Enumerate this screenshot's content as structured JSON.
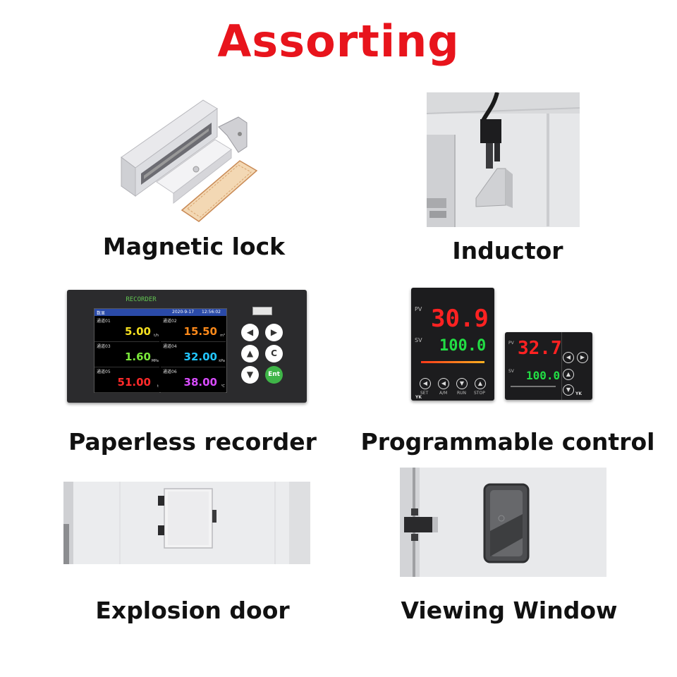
{
  "title": "Assorting",
  "items": [
    {
      "caption": "Magnetic lock"
    },
    {
      "caption": "Inductor"
    },
    {
      "caption": "Paperless recorder"
    },
    {
      "caption": "Programmable control"
    },
    {
      "caption": "Explosion door"
    },
    {
      "caption": "Viewing Window"
    }
  ],
  "recorder": {
    "brand": "RECORDER",
    "screen_title": "数显",
    "date": "2020-9-17",
    "time": "12:56:02",
    "channels": [
      {
        "name": "通道01",
        "value": "5.00",
        "unit": "t/h",
        "color": "#f5e020"
      },
      {
        "name": "通道02",
        "value": "15.50",
        "unit": "m³",
        "color": "#ff8a1a"
      },
      {
        "name": "通道03",
        "value": "1.60",
        "unit": "MPa",
        "color": "#7be83a"
      },
      {
        "name": "通道04",
        "value": "32.00",
        "unit": "kPa",
        "color": "#22c6ff"
      },
      {
        "name": "通道05",
        "value": "51.00",
        "unit": "t",
        "color": "#ff2a2a"
      },
      {
        "name": "通道06",
        "value": "38.00",
        "unit": "℃",
        "color": "#d94cff"
      }
    ],
    "buttons": {
      "left": "◀",
      "right": "▶",
      "up": "▲",
      "c": "C",
      "down": "▼",
      "ent": "Ent"
    }
  },
  "controller_large": {
    "pv_label": "PV",
    "sv_label": "SV",
    "pv": "30.9",
    "sv": "100.0",
    "keys": [
      "SET",
      "A/M",
      "RUN",
      "STOP"
    ],
    "brand": "YK"
  },
  "controller_small": {
    "pv_label": "PV",
    "sv_label": "SV",
    "pv": "32.7",
    "sv": "100.0",
    "brand": "YK"
  },
  "colors": {
    "title": "#e8141c",
    "caption": "#111111"
  }
}
